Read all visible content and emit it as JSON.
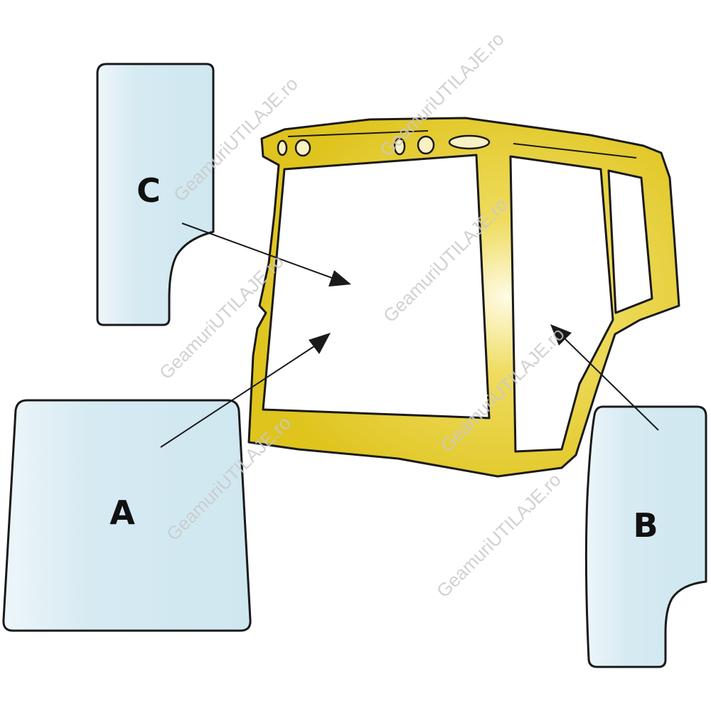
{
  "panels": {
    "a": {
      "label": "A"
    },
    "b": {
      "label": "B"
    },
    "c": {
      "label": "C"
    }
  },
  "watermark": {
    "text": "GeamuriUTILAJE.ro"
  },
  "colors": {
    "frame_fill": "#e6cf2e",
    "frame_highlight": "#fffbe8",
    "glass_fill": "#d2e8f1",
    "glass_edge": "#eef6fa",
    "outline": "#1a1a1a",
    "watermark": "#c9c9c9"
  }
}
